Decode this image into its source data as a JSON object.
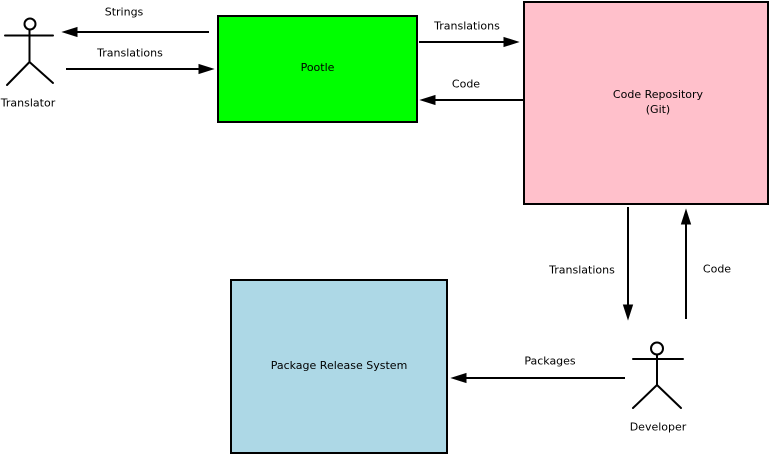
{
  "diagram": {
    "background": "#ffffff",
    "line_color": "#000000",
    "actors": {
      "translator": {
        "label": "Translator"
      },
      "developer": {
        "label": "Developer"
      }
    },
    "nodes": {
      "pootle": {
        "label": "Pootle",
        "fill": "#00ff00"
      },
      "code_repository": {
        "label": "Code Repository\n(Git)",
        "fill": "#ffc0cb"
      },
      "package_release_system": {
        "label": "Package Release System",
        "fill": "#add8e6"
      }
    },
    "edges": {
      "strings": {
        "label": "Strings",
        "from": "pootle",
        "to": "translator"
      },
      "translations_to_pootle": {
        "label": "Translations",
        "from": "translator",
        "to": "pootle"
      },
      "translations_to_repository": {
        "label": "Translations",
        "from": "pootle",
        "to": "code_repository"
      },
      "code_to_pootle": {
        "label": "Code",
        "from": "code_repository",
        "to": "pootle"
      },
      "translations_to_developer": {
        "label": "Translations",
        "from": "code_repository",
        "to": "developer"
      },
      "code_to_repository": {
        "label": "Code",
        "from": "developer",
        "to": "code_repository"
      },
      "packages": {
        "label": "Packages",
        "from": "developer",
        "to": "package_release_system"
      }
    }
  }
}
